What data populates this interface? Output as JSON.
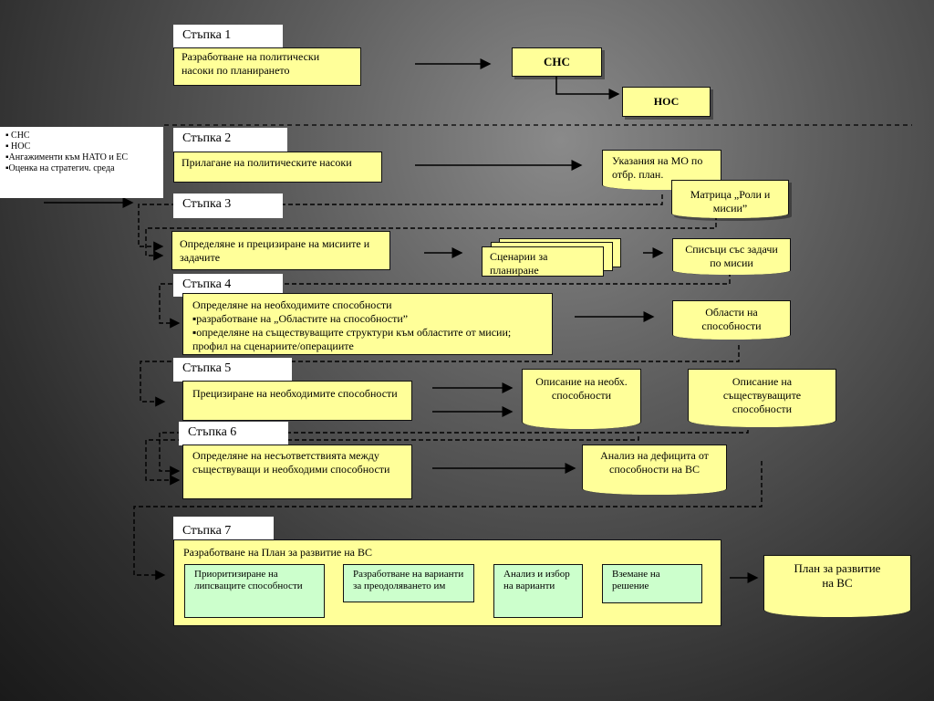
{
  "sidebar_note": {
    "items": [
      "▪ СНС",
      "▪ НОС",
      "▪Ангажименти към НАТО и ЕС",
      "▪Оценка на  стратегич. среда"
    ]
  },
  "steps": {
    "s1": "Стъпка 1",
    "s2": "Стъпка 2",
    "s3": "Стъпка 3",
    "s4": "Стъпка 4",
    "s5": "Стъпка 5",
    "s6": "Стъпка 6",
    "s7": "Стъпка 7"
  },
  "processes": {
    "p1": "Разработване на политически насоки по планирането",
    "p2": "Прилагане на политическите насоки",
    "p3": "Определяне и прецизиране на мисиите и задачите",
    "p4_title": "Определяне на необходимите способности",
    "p4_b1": "▪разработване на „Областите на способности”",
    "p4_b2": "▪определяне на съществуващите структури към областите от мисии; профил на сценариите/операциите",
    "p5": "Прецизиране на необходимите способности",
    "p6": "Определяне на несъответствията между съществуващи и необходими способности",
    "p7": "Разработване на План за развитие на ВС"
  },
  "outputs": {
    "o_chs": "СНС",
    "o_nos": "НОС",
    "o_mo": "Указания на МО по отбр. план.",
    "o_matrix": "Матрица „Роли и мисии”",
    "o_scen": "Сценарии за планиране",
    "o_tasks": "Списъци със задачи по мисии",
    "o_areas": "Области на способности",
    "o_desc_need": "Описание на необх. способности",
    "o_desc_exist": "Описание на съществуващите способности",
    "o_deficit": "Анализ на дефицита от способности на ВС",
    "o_plan": "План за развитие на ВС"
  },
  "substeps": {
    "g1": "Приоритизиране на липсващите способности",
    "g2": "Разработване на варианти за преодоляването им",
    "g3": "Анализ и избор на варианти",
    "g4": "Вземане на решение"
  }
}
